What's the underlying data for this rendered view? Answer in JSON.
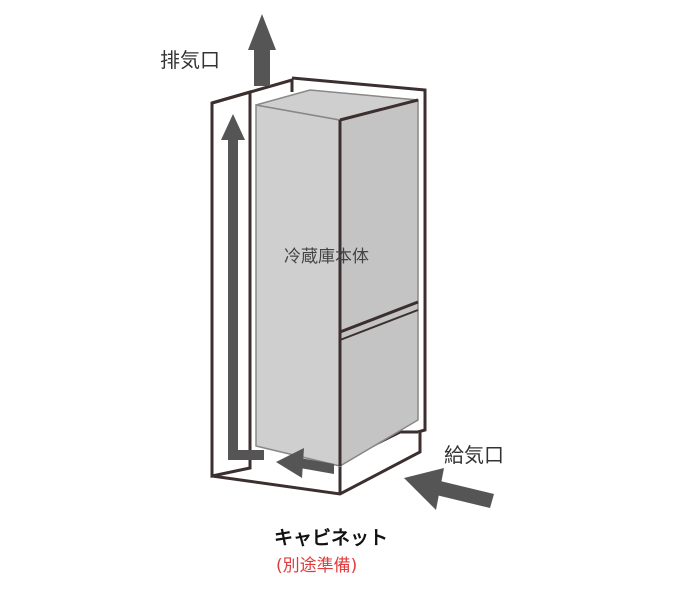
{
  "labels": {
    "exhaust": "排気口",
    "intake": "給気口",
    "fridge_body": "冷蔵庫本体",
    "cabinet": "キャビネット",
    "cabinet_note": "(別途準備)"
  },
  "colors": {
    "arrow": "#555555",
    "outline": "#3c2f2f",
    "fridge_fill": "#cfcfcf",
    "fridge_side": "#c4c4c4",
    "note_red": "#e03c3c"
  },
  "icons": [
    "up-arrow-icon",
    "right-arrow-icon",
    "left-arrow-icon",
    "airflow-arrow-icon"
  ]
}
